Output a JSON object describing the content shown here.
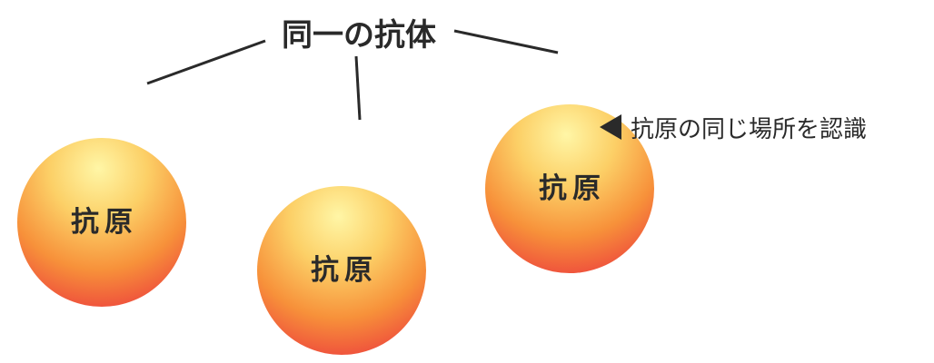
{
  "title": "同一の抗体",
  "annotation": "抗原の同じ場所を認識",
  "antigens": [
    {
      "label": "抗原"
    },
    {
      "label": "抗原"
    },
    {
      "label": "抗原"
    }
  ],
  "icons": {
    "antibody": "antibody-icon",
    "pointer": "left-triangle-icon"
  },
  "colors": {
    "antibody": "#1f6fb5",
    "text": "#2a2a2a",
    "sphere_highlight": "#fff6a6",
    "sphere_mid": "#f9b84c",
    "sphere_edge": "#ee4a3c"
  }
}
